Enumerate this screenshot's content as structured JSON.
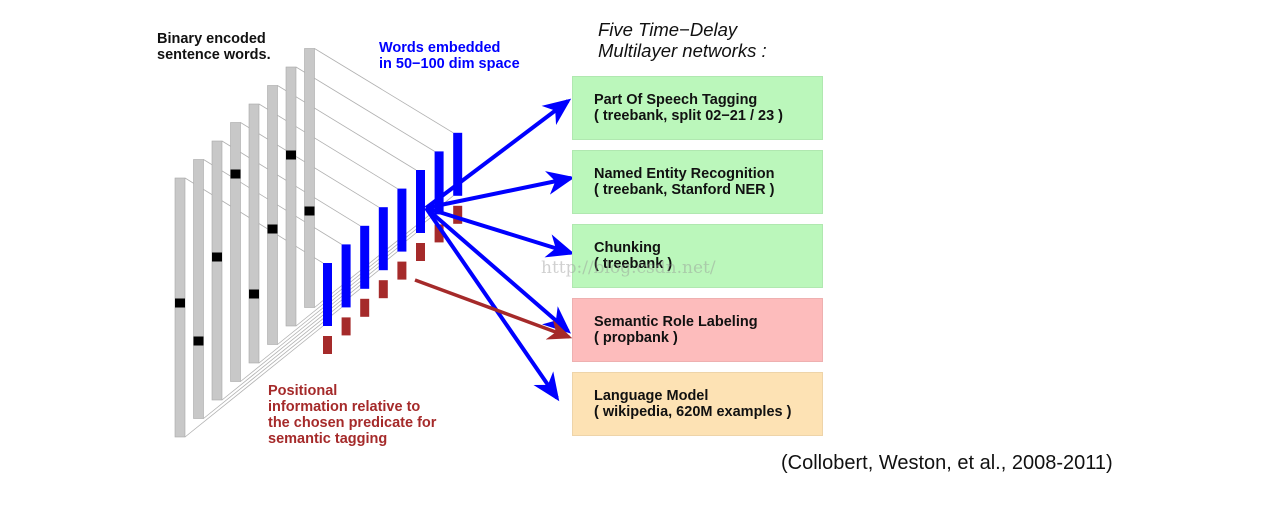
{
  "labels": {
    "binary_line1": "Binary encoded",
    "binary_line2": "sentence words.",
    "embedded_line1": "Words embedded",
    "embedded_line2": "in 50−100 dim space",
    "positional_line1": "Positional",
    "positional_line2": "information relative to",
    "positional_line3": "the chosen predicate for",
    "positional_line4": "semantic tagging"
  },
  "title": {
    "line1": "Five Time−Delay",
    "line2": "Multilayer networks :"
  },
  "tasks": [
    {
      "name": "Part Of Speech Tagging",
      "data": "( treebank, split 02−21 / 23 )",
      "color": "#bbf7bb"
    },
    {
      "name": "Named Entity Recognition",
      "data": "( treebank, Stanford NER )",
      "color": "#bbf7bb"
    },
    {
      "name": "Chunking",
      "data": "( treebank )",
      "color": "#bbf7bb"
    },
    {
      "name": "Semantic Role Labeling",
      "data": "( propbank )",
      "color": "#fdbcbc"
    },
    {
      "name": "Language Model",
      "data": "( wikipedia, 620M examples )",
      "color": "#fde2b4"
    }
  ],
  "citation": "(Collobert,  Weston, et al., 2008-2011)",
  "watermark": "http://blog.csdn.net/",
  "colors": {
    "word_bar": "#c8c8c8",
    "embedding": "#0000ff",
    "position": "#a52a2a",
    "one_hot": "#000000"
  }
}
